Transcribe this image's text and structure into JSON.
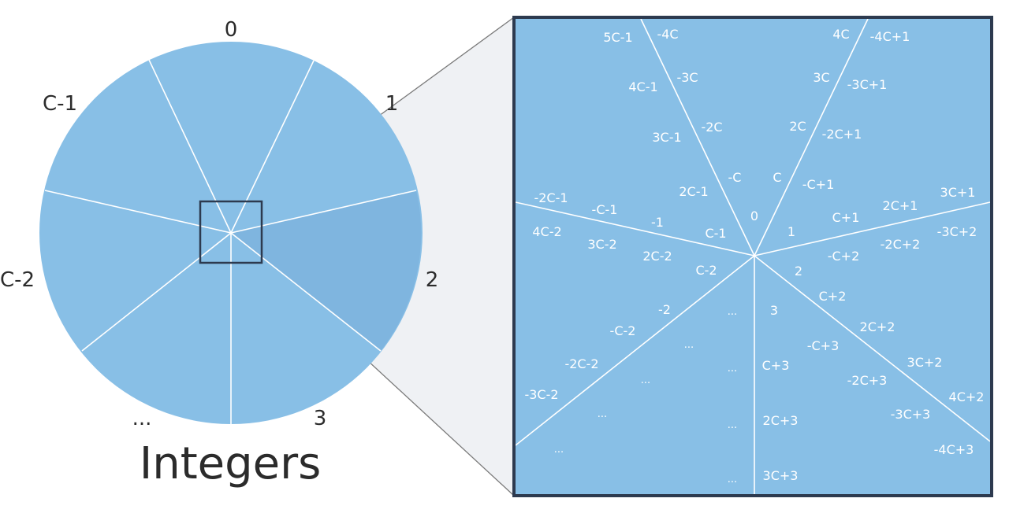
{
  "colors": {
    "disk": "#88bfe6",
    "disk_shaded": "#7fb5df",
    "zoom_bg": "#88bfe6",
    "zoom_border": "#2d3a4f",
    "funnel": "#eff1f4",
    "spoke": "#ffffff",
    "text": "#2b2b2b"
  },
  "title": "Integers",
  "outer_labels": [
    "0",
    "1",
    "2",
    "3",
    "...",
    "C-2",
    "C-1"
  ],
  "zoom": {
    "center_label": "0",
    "labels": {
      "l5c_1": "5C-1",
      "m4c": "-4C",
      "p4c": "4C",
      "m4c_1": "-4C+1",
      "l4c_1": "4C-1",
      "m3c": "-3C",
      "p3c": "3C",
      "m3c_1": "-3C+1",
      "l3c_1": "3C-1",
      "m2c": "-2C",
      "p2c": "2C",
      "m2c_1": "-2C+1",
      "l2c_1": "2C-1",
      "mc": "-C",
      "pc": "C",
      "mc_1": "-C+1",
      "m2c_m1": "-2C-1",
      "mc_m1": "-C-1",
      "m1": "-1",
      "c_1": "C-1",
      "one": "1",
      "c1": "C+1",
      "p2c1": "2C+1",
      "p3c1": "3C+1",
      "l4c_2": "4C-2",
      "l3c_2": "3C-2",
      "l2c_2": "2C-2",
      "c_2": "C-2",
      "two": "2",
      "mc2": "-C+2",
      "m2c2": "-2C+2",
      "m3c2": "-3C+2",
      "m2": "-2",
      "mc_m2": "-C-2",
      "m2c_m2": "-2C-2",
      "m3c_m2": "-3C-2",
      "three": "3",
      "c2": "C+2",
      "p2c2": "2C+2",
      "p3c2": "3C+2",
      "p4c2": "4C+2",
      "mc3": "-C+3",
      "m2c3": "-2C+3",
      "m3c3": "-3C+3",
      "m4c3": "-4C+3",
      "c3": "C+3",
      "p2c3": "2C+3",
      "p3c3": "3C+3",
      "dots": "..."
    }
  }
}
